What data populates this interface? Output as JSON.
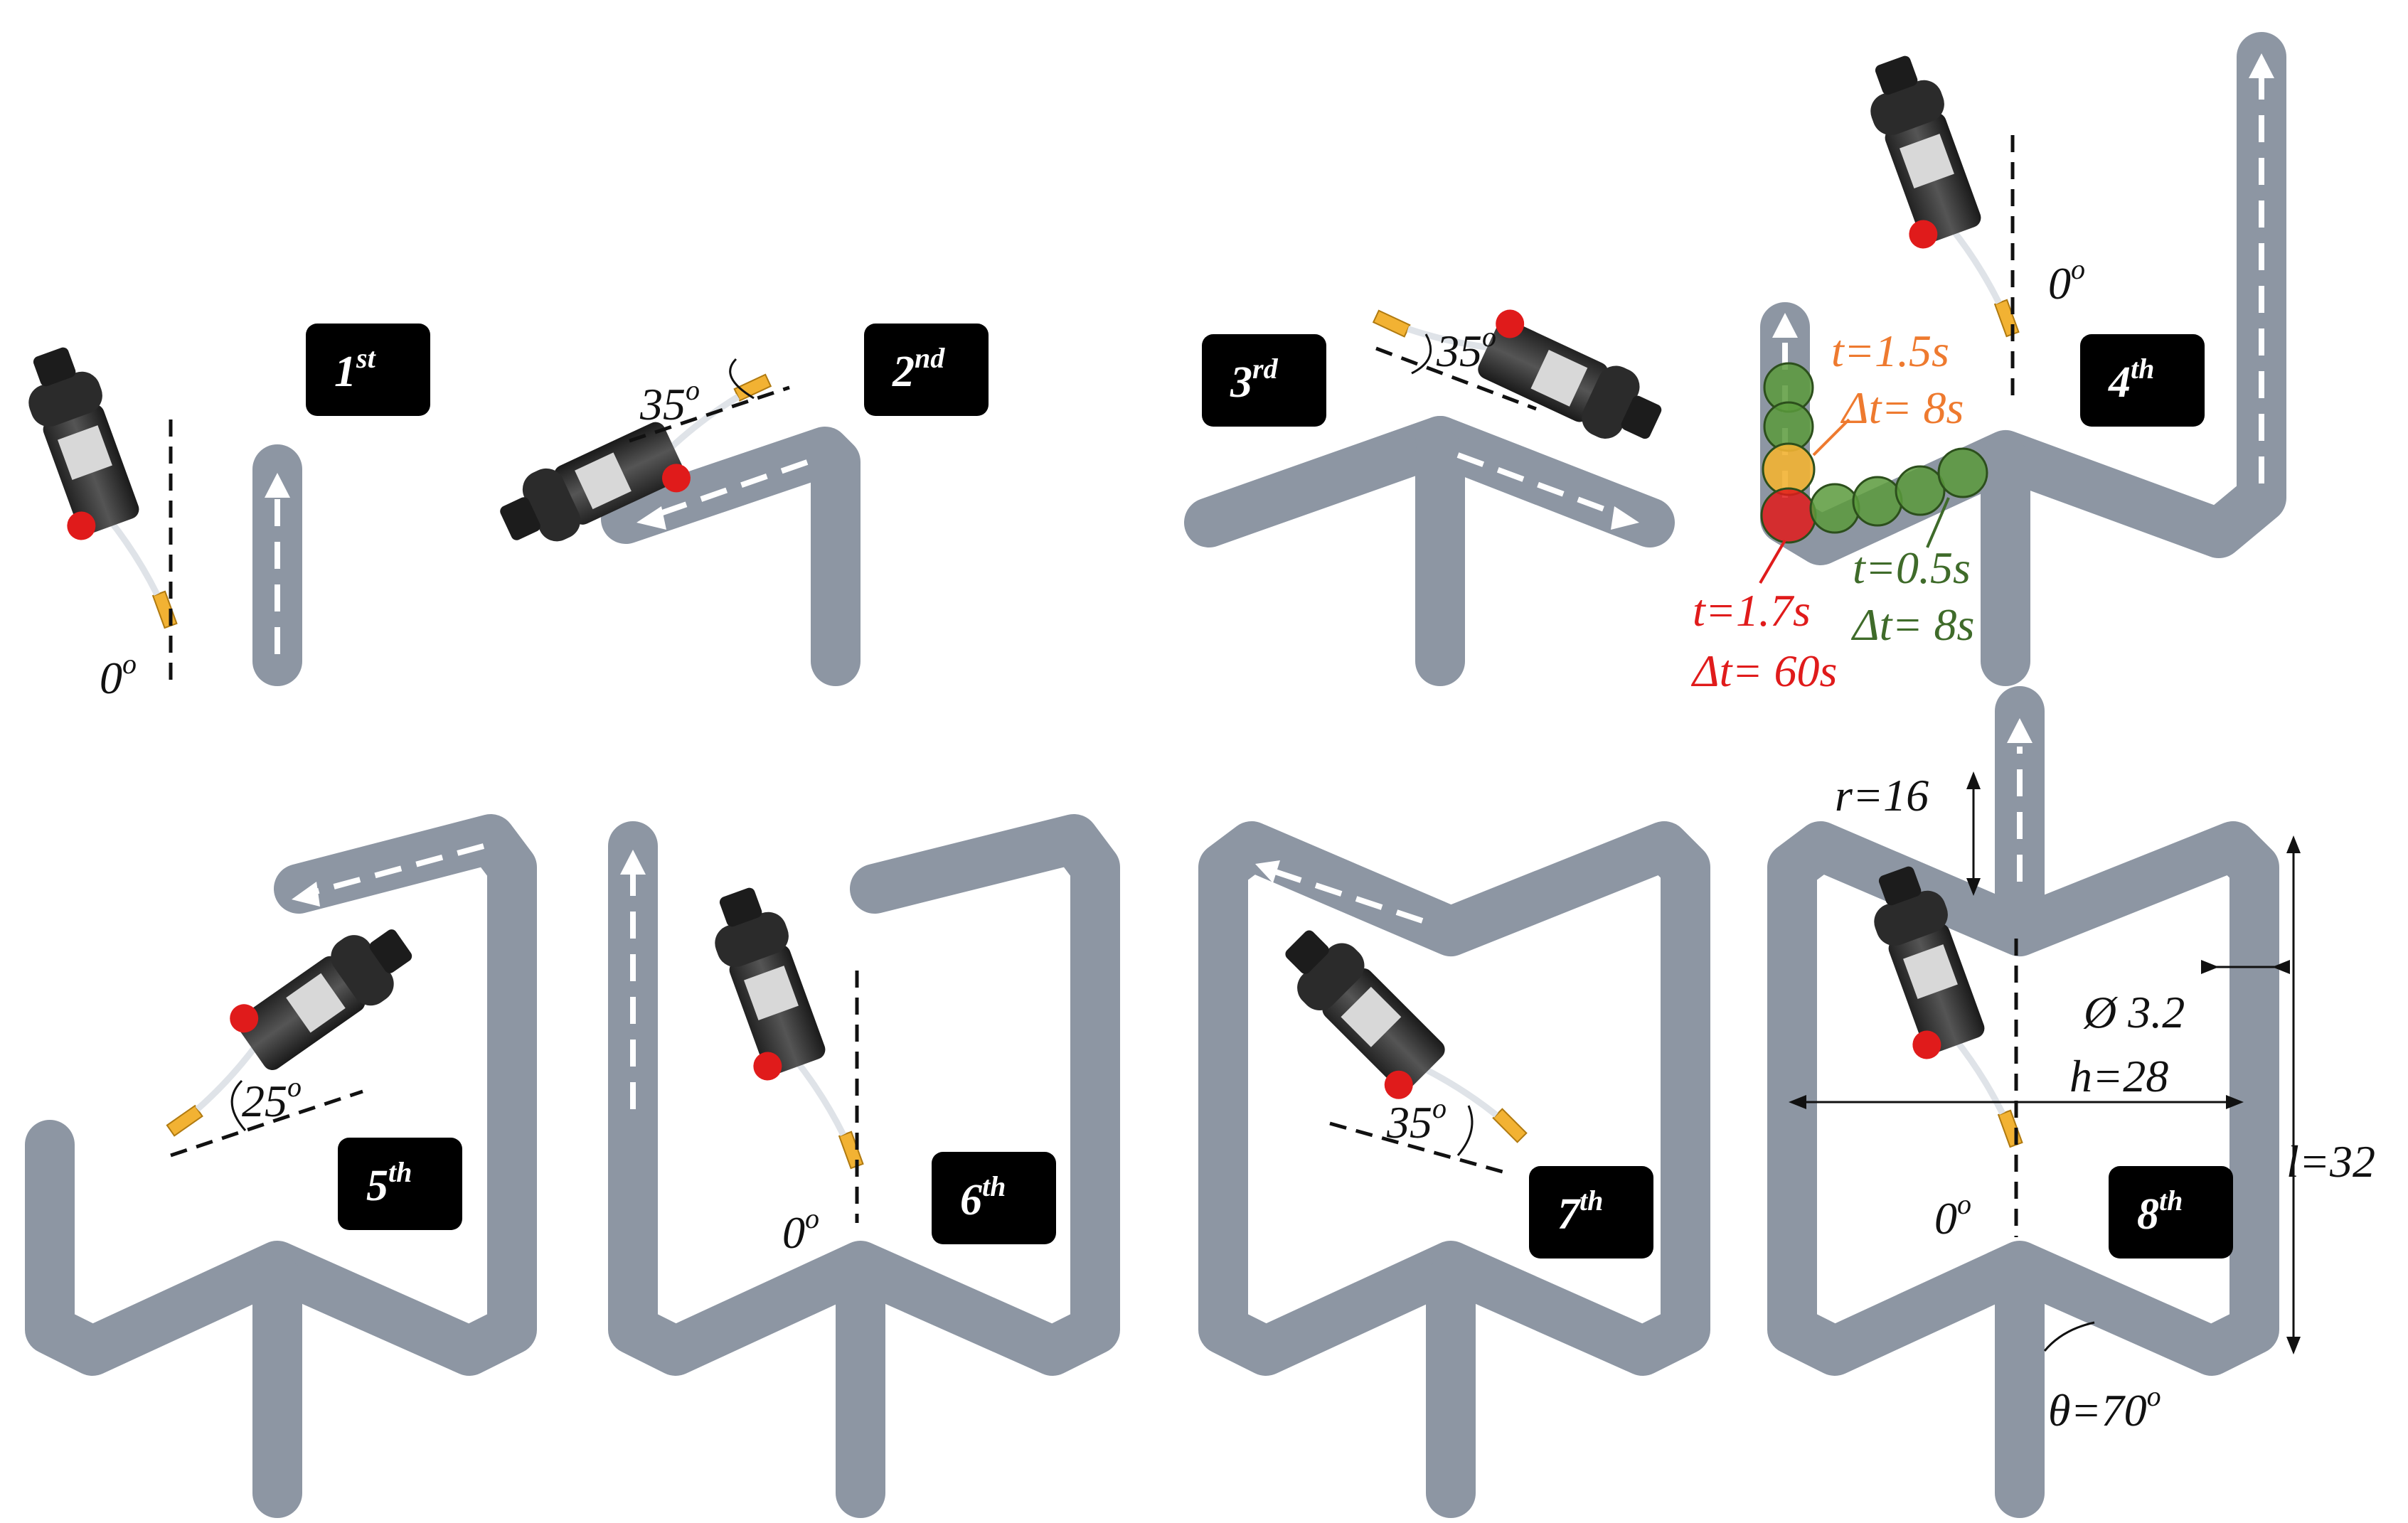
{
  "steps": [
    {
      "num": "1",
      "sup": "st"
    },
    {
      "num": "2",
      "sup": "nd"
    },
    {
      "num": "3",
      "sup": "rd"
    },
    {
      "num": "4",
      "sup": "th"
    },
    {
      "num": "5",
      "sup": "th"
    },
    {
      "num": "6",
      "sup": "th"
    },
    {
      "num": "7",
      "sup": "th"
    },
    {
      "num": "8",
      "sup": "th"
    }
  ],
  "angles": {
    "a1": "0",
    "a2": "35",
    "a3": "35",
    "a4": "0",
    "a5": "25",
    "a6": "0",
    "a7": "35",
    "a8": "0",
    "unit_sup": "o"
  },
  "timing": {
    "orange_t": "t=1.5s",
    "orange_dt": "Δt= 8s",
    "red_t": "t=1.7s",
    "red_dt": "Δt= 60s",
    "green_t": "t=0.5s",
    "green_dt": "Δt= 8s"
  },
  "dimensions": {
    "r": "r=16",
    "d": "Ø 3.2",
    "h": "h=28",
    "l": "l=32",
    "theta": "θ=70",
    "theta_sup": "o"
  },
  "colors": {
    "tube": "#9aa3b0",
    "tube_dark": "#6f7785",
    "tube_light": "#c9ced6",
    "badge": "#000000",
    "nozzle": "#f2b233",
    "orange": "#ee7a2f",
    "green": "#5a9a3c",
    "red": "#e01b1b"
  }
}
